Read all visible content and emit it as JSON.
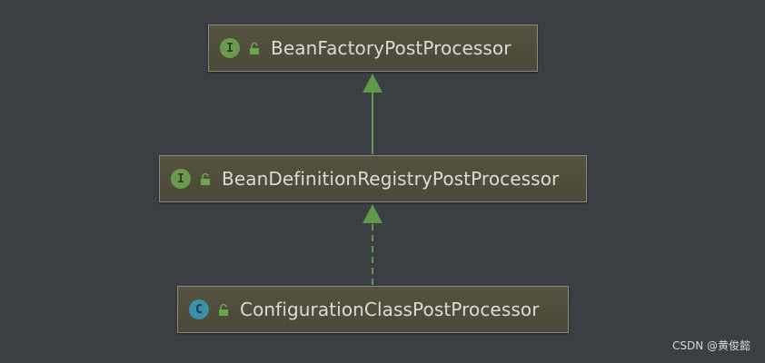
{
  "colors": {
    "background": "#3b3e43",
    "node_fill": "#4f4d3c",
    "node_border": "#8a8a80",
    "node_text": "#dcdcd2",
    "arrow": "#5f9a4a",
    "interface_badge": "#6a9a4c",
    "class_badge": "#3d8fa8"
  },
  "nodes": [
    {
      "label": "BeanFactoryPostProcessor",
      "kind_letter": "I",
      "kind": "interface",
      "icon": "interface-icon"
    },
    {
      "label": "BeanDefinitionRegistryPostProcessor",
      "kind_letter": "I",
      "kind": "interface",
      "icon": "interface-icon"
    },
    {
      "label": "ConfigurationClassPostProcessor",
      "kind_letter": "C",
      "kind": "class",
      "icon": "class-icon"
    }
  ],
  "edges": [
    {
      "from": "BeanDefinitionRegistryPostProcessor",
      "to": "BeanFactoryPostProcessor",
      "style": "solid",
      "relation": "extends"
    },
    {
      "from": "ConfigurationClassPostProcessor",
      "to": "BeanDefinitionRegistryPostProcessor",
      "style": "dashed",
      "relation": "implements"
    }
  ],
  "watermark": "CSDN @黄俊懿"
}
